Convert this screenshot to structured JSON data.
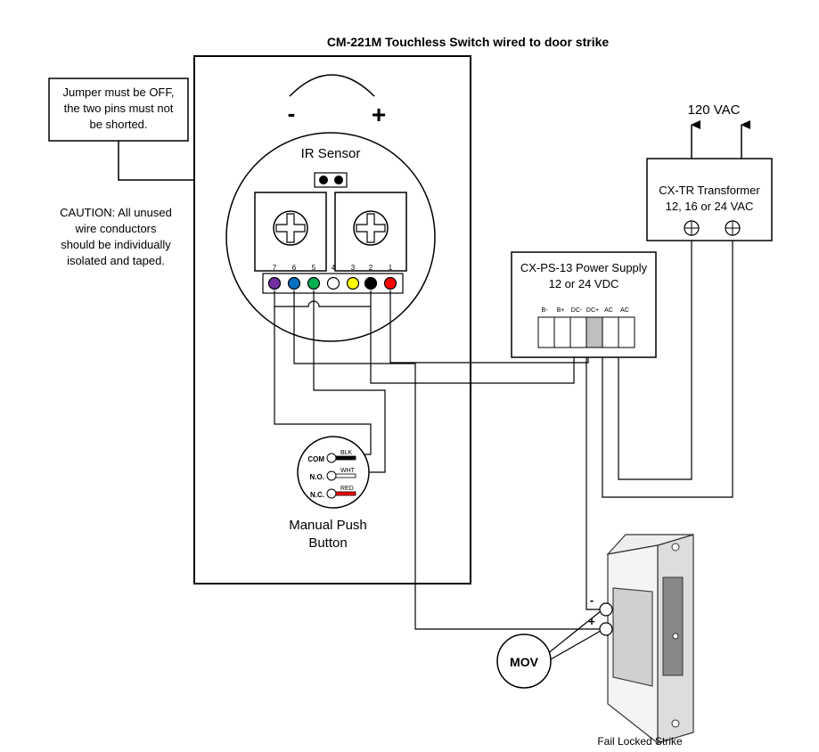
{
  "title": "CM-221M Touchless Switch wired to door strike",
  "jumper_note": [
    "Jumper must be OFF,",
    "the two pins must not",
    "be shorted."
  ],
  "caution_note": [
    "CAUTION: All unused",
    "wire conductors",
    "should be individually",
    "isolated and taped."
  ],
  "polarity": {
    "minus": "-",
    "plus": "+"
  },
  "ir_sensor": {
    "label": "IR Sensor",
    "terminal_numbers": [
      "7",
      "6",
      "5",
      "4",
      "3",
      "2",
      "1"
    ],
    "terminal_colors": [
      "#7030a0",
      "#0070c0",
      "#00b050",
      "#ffffff",
      "#ffff00",
      "#000000",
      "#ff0000"
    ]
  },
  "push_button": {
    "label_line1": "Manual Push",
    "label_line2": "Button",
    "terminals": [
      {
        "name": "COM",
        "wire": "BLK",
        "wire_color": "#000000"
      },
      {
        "name": "N.O.",
        "wire": "WHT",
        "wire_color": "#ffffff"
      },
      {
        "name": "N.C.",
        "wire": "RED",
        "wire_color": "#ff0000"
      }
    ]
  },
  "power_supply": {
    "title_line1": "CX-PS-13 Power Supply",
    "title_line2": "12 or 24 VDC",
    "terminals": [
      "B-",
      "B+",
      "DC-",
      "DC+",
      "AC",
      "AC"
    ]
  },
  "transformer": {
    "voltage_in": "120 VAC",
    "title_line1": "CX-TR Transformer",
    "title_line2": "12, 16 or 24 VAC"
  },
  "strike": {
    "label": "Fail Locked Strike",
    "minus": "-",
    "plus": "+"
  },
  "mov": {
    "label": "MOV"
  }
}
